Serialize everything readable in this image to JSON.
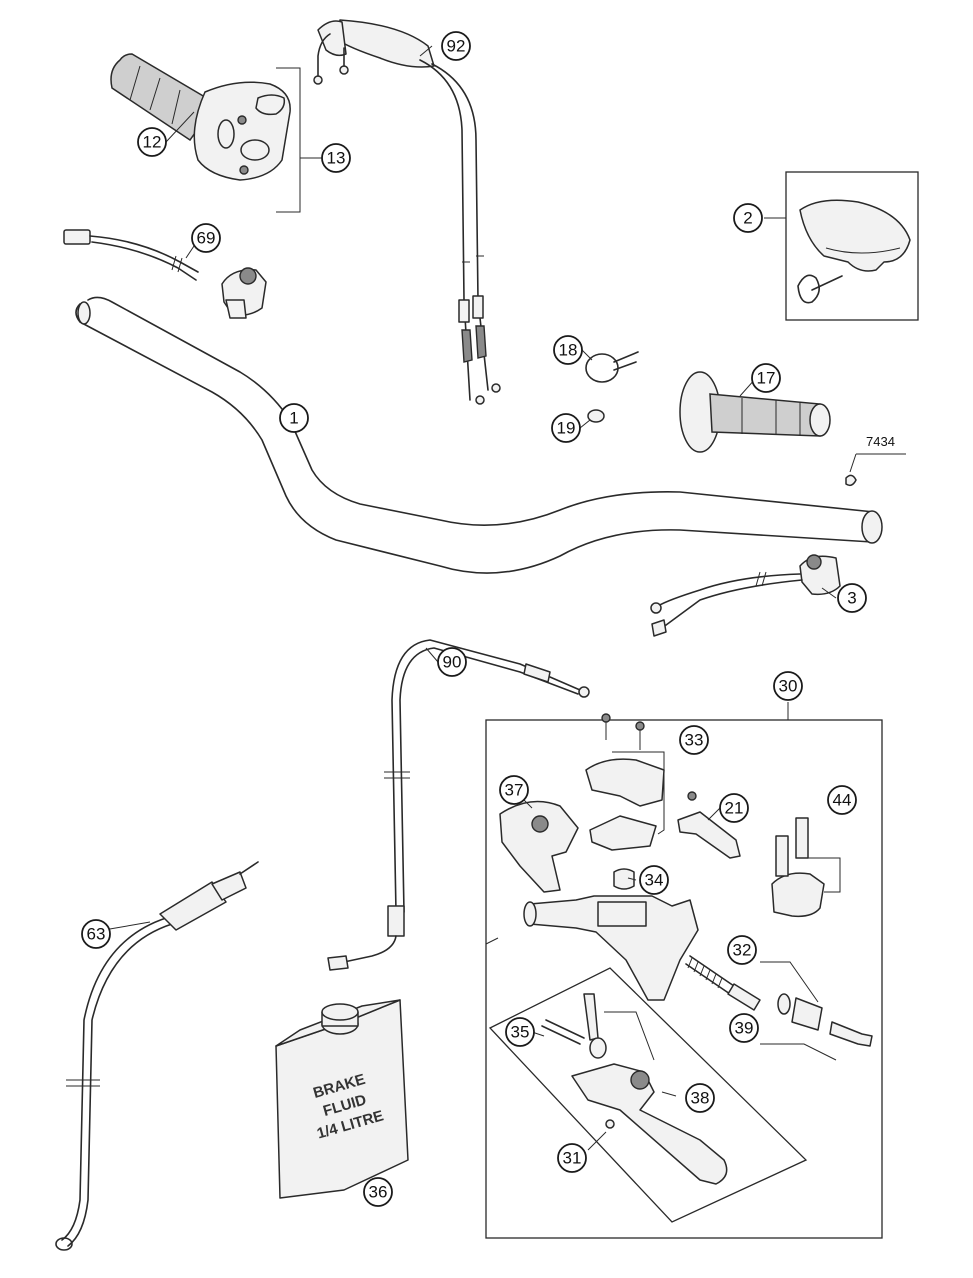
{
  "callouts": {
    "c1": "1",
    "c2": "2",
    "c3": "3",
    "c12": "12",
    "c13": "13",
    "c17": "17",
    "c18": "18",
    "c19": "19",
    "c21": "21",
    "c30": "30",
    "c31": "31",
    "c32": "32",
    "c33": "33",
    "c34": "34",
    "c35": "35",
    "c36": "36",
    "c37": "37",
    "c38": "38",
    "c39": "39",
    "c44": "44",
    "c63": "63",
    "c69": "69",
    "c90": "90",
    "c92": "92"
  },
  "reference_label": "7434",
  "brake_fluid_can": {
    "line1": "BRAKE",
    "line2": "FLUID",
    "line3": "1/4 LITRE"
  }
}
